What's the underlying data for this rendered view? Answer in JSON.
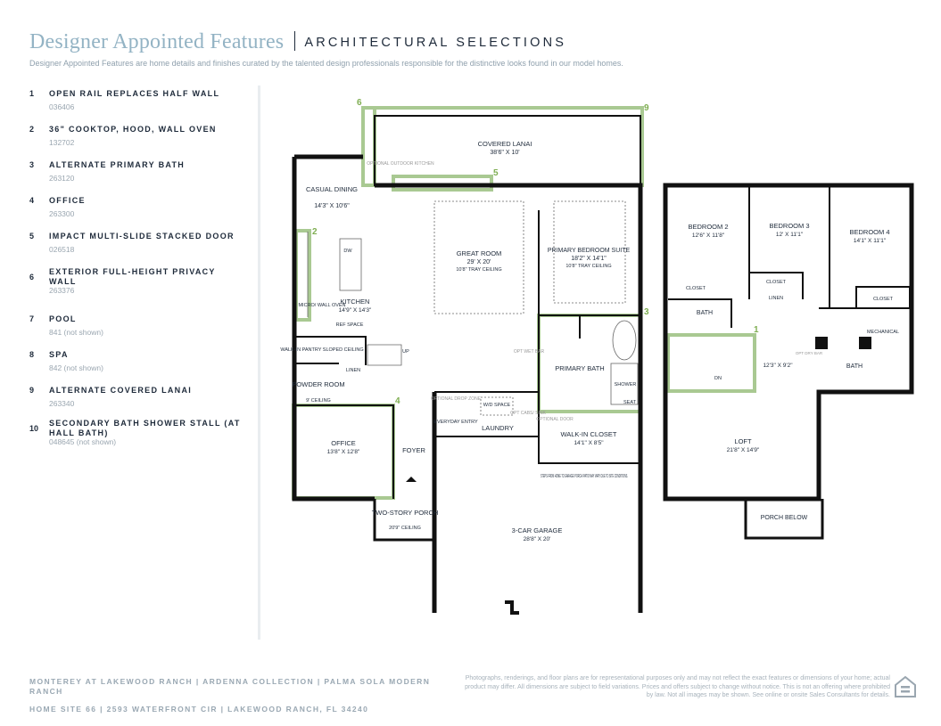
{
  "header": {
    "title": "Designer Appointed Features",
    "subtitle": "ARCHITECTURAL SELECTIONS",
    "description": "Designer Appointed Features are home details and finishes curated by the talented design professionals responsible for the distinctive looks found in our model homes."
  },
  "features": [
    {
      "num": "1",
      "name": "OPEN RAIL REPLACES HALF WALL",
      "code": "036406"
    },
    {
      "num": "2",
      "name": "36\" COOKTOP, HOOD, WALL OVEN",
      "code": "132702"
    },
    {
      "num": "3",
      "name": "ALTERNATE PRIMARY BATH",
      "code": "263120"
    },
    {
      "num": "4",
      "name": "OFFICE",
      "code": "263300"
    },
    {
      "num": "5",
      "name": "IMPACT MULTI-SLIDE STACKED DOOR",
      "code": "026518"
    },
    {
      "num": "6",
      "name": "EXTERIOR FULL-HEIGHT PRIVACY WALL",
      "code": "263376"
    },
    {
      "num": "7",
      "name": "POOL",
      "code": "841 (not shown)"
    },
    {
      "num": "8",
      "name": "SPA",
      "code": "842 (not shown)"
    },
    {
      "num": "9",
      "name": "ALTERNATE COVERED LANAI",
      "code": "263340"
    },
    {
      "num": "10",
      "name": "SECONDARY BATH SHOWER STALL (AT HALL BATH)",
      "code": "048645 (not shown)"
    }
  ],
  "plan": {
    "markers": [
      "1",
      "2",
      "3",
      "4",
      "5",
      "6",
      "9"
    ],
    "rooms": {
      "covered_lanai": "COVERED LANAI",
      "covered_lanai_dim": "38'6\" X 10'",
      "optional_outdoor_kitchen": "OPTIONAL OUTDOOR KITCHEN",
      "casual_dining": "CASUAL DINING",
      "casual_dining_dim": "14'3\" X 10'6\"",
      "great_room": "GREAT ROOM",
      "great_room_dim": "29' X 20'",
      "great_room_ceiling": "10'8\" TRAY CEILING",
      "primary_suite": "PRIMARY BEDROOM SUITE",
      "primary_suite_dim": "18'2\" X 14'1\"",
      "primary_suite_ceiling": "10'8\" TRAY CEILING",
      "kitchen": "KITCHEN",
      "kitchen_dim": "14'9\" X 14'3\"",
      "dw": "DW",
      "micro": "MICRO/ WALL OVEN",
      "ref": "REF SPACE",
      "pantry": "WALK-IN PANTRY SLOPED CEILING",
      "up": "UP",
      "opt_wet_bar": "OPT WET BAR",
      "primary_bath": "PRIMARY BATH",
      "shower": "SHOWER",
      "seat": "SEAT",
      "powder": "POWDER ROOM",
      "powder_ceiling": "9' CEILING",
      "linen": "LINEN",
      "drop_zone": "OPTIONAL DROP ZONE",
      "wd": "W/D SPACE",
      "opt_cabs": "OPT CABS/ SINK",
      "optional_door": "OPTIONAL DOOR",
      "everyday_entry": "EVERYDAY ENTRY",
      "laundry": "LAUNDRY",
      "walkin_closet": "WALK-IN CLOSET",
      "walkin_closet_dim": "14'1\" X 8'5\"",
      "office": "OFFICE",
      "office_dim": "13'8\" X 12'8\"",
      "foyer": "FOYER",
      "steps_note": "STEPS FROM HOME TO GARAGE/ PORCH/ PATIO MAY VARY DUE TO SITE CONDITIONS.",
      "porch": "TWO-STORY PORCH",
      "porch_ceiling": "20'9\" CEILING",
      "garage": "3-CAR GARAGE",
      "garage_dim": "28'8\" X 20'",
      "bed2": "BEDROOM 2",
      "bed2_dim": "12'6\" X 11'8\"",
      "bed3": "BEDROOM 3",
      "bed3_dim": "12' X 11'1\"",
      "bed4": "BEDROOM 4",
      "bed4_dim": "14'1\" X 11'1\"",
      "closet": "CLOSET",
      "bath": "BATH",
      "mechanical": "MECHANICAL",
      "opt_dry_bar": "OPT DRY BAR",
      "dn": "DN",
      "stair_dim": "12'3\" X 9'2\"",
      "loft": "LOFT",
      "loft_dim": "21'8\" X 14'9\"",
      "porch_below": "PORCH BELOW"
    }
  },
  "footer": {
    "line1": "MONTEREY AT LAKEWOOD RANCH | ARDENNA COLLECTION | PALMA SOLA MODERN RANCH",
    "line2": "HOME SITE 66 | 2593 WATERFRONT CIR | LAKEWOOD RANCH, FL 34240",
    "disclaimer": "Photographs, renderings, and floor plans are for representational purposes only and may not reflect the exact features or dimensions of your home; actual product may differ. All dimensions are subject to field variations. Prices and offers subject to change without notice. This is not an offering where prohibited by law. Not all images may be shown. See online or onsite Sales Consultants for details.",
    "icon": "equal-housing-icon"
  },
  "colors": {
    "accent": "#93b3c4",
    "highlight": "#a9c992",
    "wall": "#111111",
    "text": "#1e2a3a"
  }
}
